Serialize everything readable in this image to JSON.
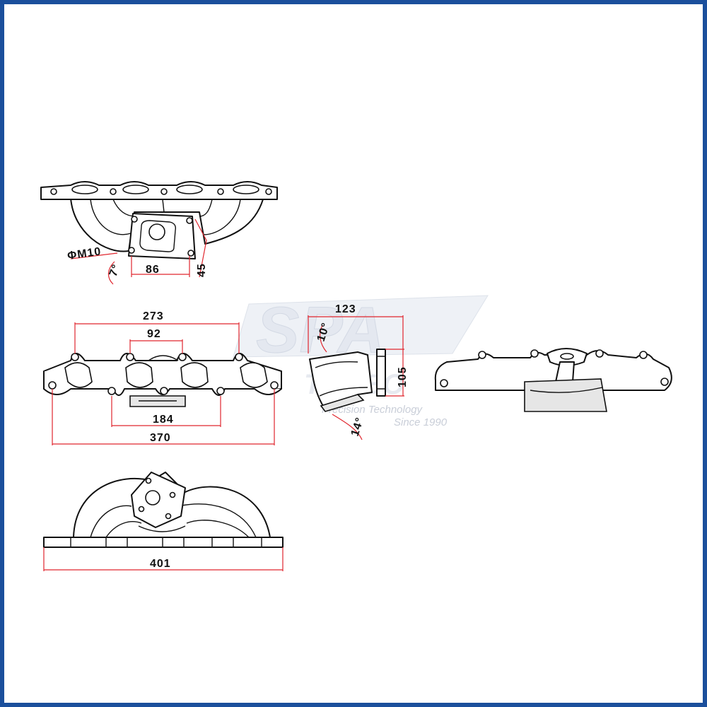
{
  "watermark": {
    "brand": "SPA",
    "sub": "TURBO",
    "tagline": "Precision Technology",
    "since": "Since 1990"
  },
  "colors": {
    "frame": "#1b4f9c",
    "dimension_line": "#e0262e",
    "outline": "#111111"
  },
  "views": {
    "top_view": {
      "thread_label": "ΦM10",
      "angle_label": "7°",
      "flange_width": "86",
      "flange_height": "45"
    },
    "front_view": {
      "outer_port_span": "273",
      "inner_port_span": "92",
      "lower_span": "184",
      "overall_length": "370"
    },
    "side_view": {
      "depth": "123",
      "upper_angle": "10°",
      "flange_height": "105",
      "lower_angle": "14°"
    },
    "bottom_view": {
      "flange_length": "401"
    }
  }
}
